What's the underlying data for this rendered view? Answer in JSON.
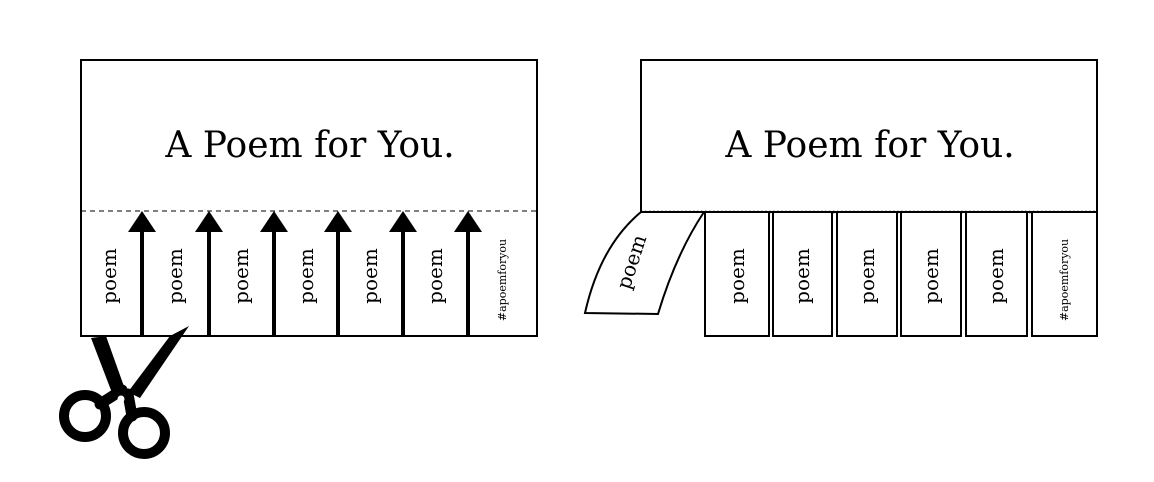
{
  "panels": [
    {
      "id": "cut",
      "title": "A Poem for You.",
      "strip_labels": [
        "poem",
        "poem",
        "poem",
        "poem",
        "poem",
        "poem"
      ],
      "hashtag": "#apoemforyou",
      "arrow_count": 6,
      "tool_icon": "scissors-icon"
    },
    {
      "id": "torn",
      "title": "A Poem for You.",
      "torn_strip_label": "poem",
      "strip_labels": [
        "poem",
        "poem",
        "poem",
        "poem",
        "poem"
      ],
      "hashtag": "#apoemforyou"
    }
  ],
  "colors": {
    "ink": "#000000",
    "paper": "#ffffff"
  }
}
